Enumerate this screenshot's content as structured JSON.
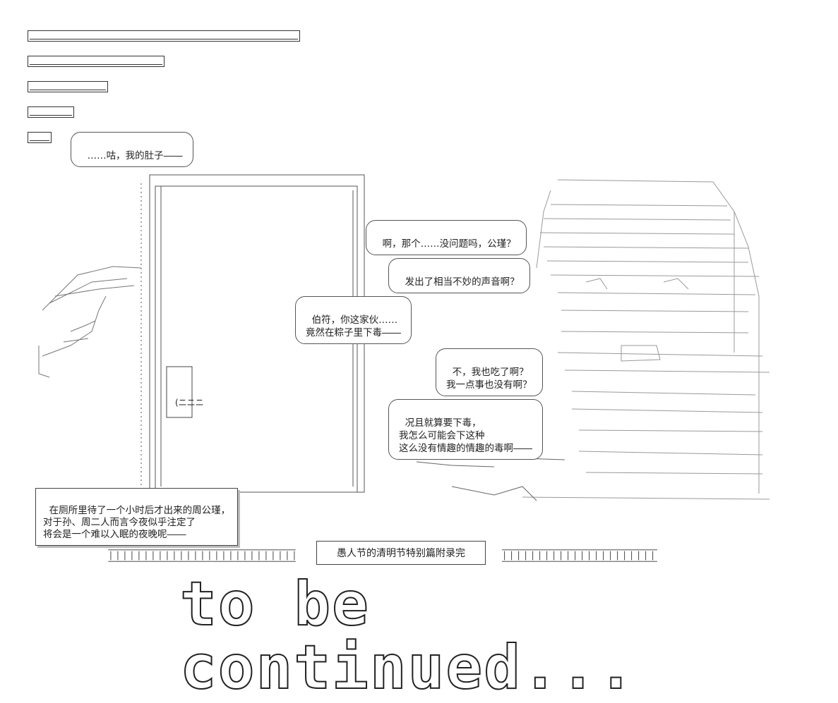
{
  "bubbles": {
    "stomach": "……咕，我的肚子――",
    "ah_that": "啊，那个……没问题吗，公瑾？",
    "sound": "发出了相当不妙的声音啊？",
    "bofu": "伯符，你这家伙……\n竟然在粽子里下毒――",
    "no_me_too": "不，我也吃了啊？\n我一点事也没有啊？",
    "even_if": "况且就算要下毒，\n我怎么可能会下这种\n这么没有情趣的情趣的毒啊――"
  },
  "narration": "在厕所里待了一个小时后才出来的周公瑾，\n对于孙、周二人而言今夜似乎注定了\n将会是一个难以入眠的夜晚呢――",
  "caption": "愚人节的清明节特别篇附录完",
  "ending": "to be continued...",
  "door_sign": "(ニニニ"
}
